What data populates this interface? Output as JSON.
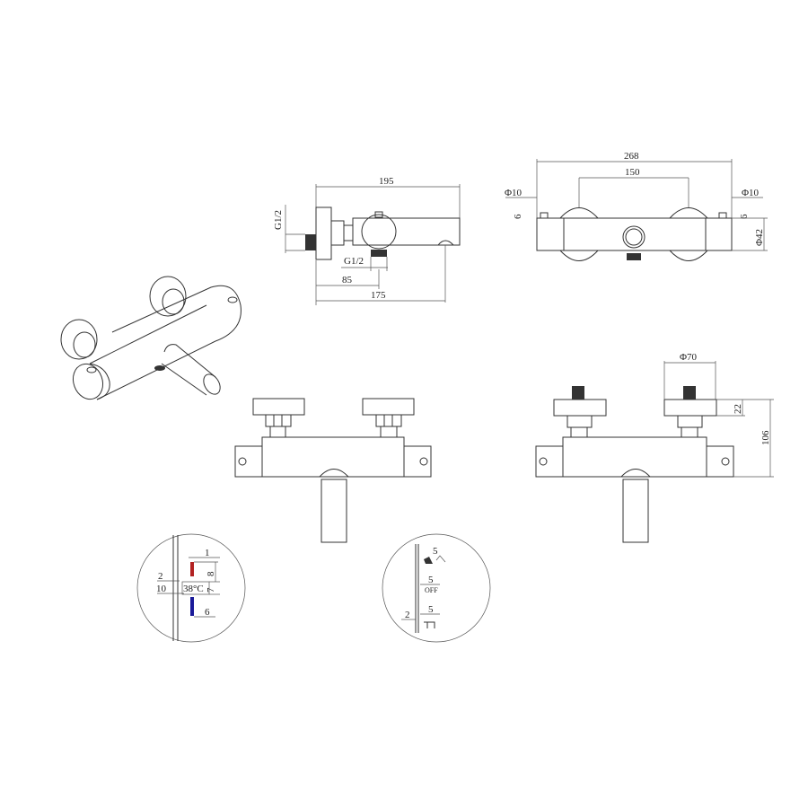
{
  "drawing": {
    "side_view": {
      "dim_total_length": "195",
      "dim_inlet_thread": "G1/2",
      "dim_outlet_thread": "G1/2",
      "dim_outlet_offset": "85",
      "dim_spout_offset": "175"
    },
    "top_view": {
      "dim_overall_width": "268",
      "dim_center_distance": "150",
      "dim_pin_left": "Φ10",
      "dim_pin_right": "Φ10",
      "dim_pin_height_left": "6",
      "dim_pin_height_right": "6",
      "dim_body_diameter": "Φ42"
    },
    "front_view_right": {
      "dim_flange_diameter": "Φ70",
      "dim_flange_thickness": "22",
      "dim_total_height": "106"
    },
    "detail_temperature": {
      "label_temp": "38°C",
      "dim_1": "1",
      "dim_2": "2",
      "dim_6": "6",
      "dim_7": "7",
      "dim_8": "8",
      "dim_10": "10",
      "hot_color": "#b22222",
      "cold_color": "#1a1a99"
    },
    "detail_flow": {
      "dim_top": "5",
      "dim_mid": "5",
      "label_off": "OFF",
      "dim_bottom": "5",
      "dim_left": "2"
    }
  }
}
